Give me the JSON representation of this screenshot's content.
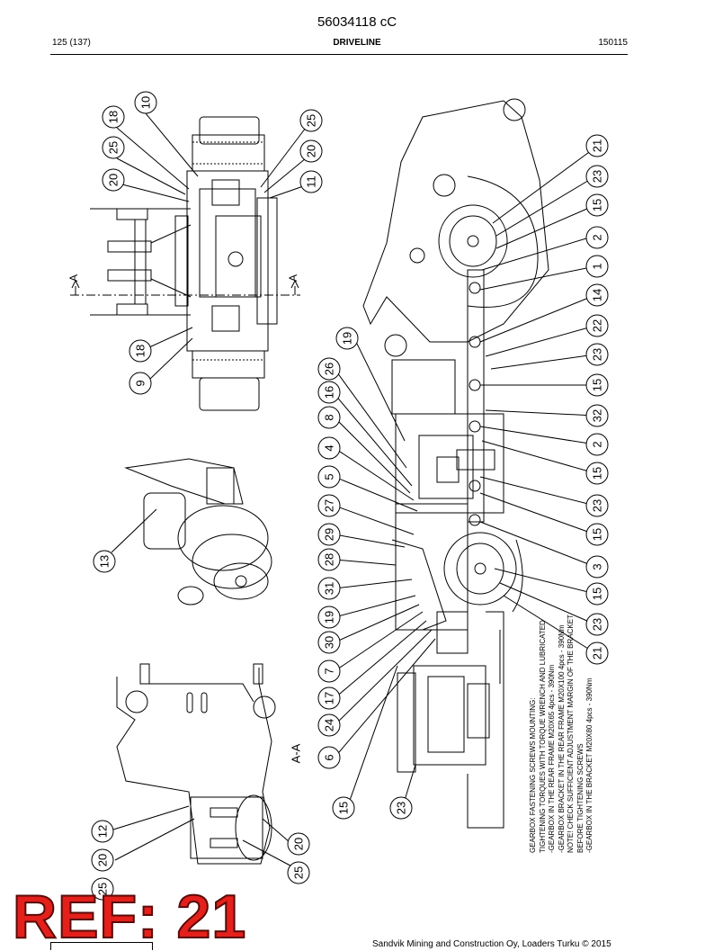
{
  "header": {
    "doc_number": "56034118 cC",
    "page": "125 (137)",
    "section": "DRIVELINE",
    "date_code": "150115"
  },
  "section_marker": "A",
  "section_view_label": "A-A",
  "callouts": {
    "top_view": [
      "10",
      "18",
      "25",
      "20",
      "25",
      "20",
      "11",
      "9",
      "18"
    ],
    "detail": [
      "13"
    ],
    "section_view": [
      "12",
      "20",
      "20",
      "25",
      "25"
    ],
    "main_view_left": [
      "19",
      "26",
      "16",
      "8",
      "4",
      "5",
      "27",
      "29",
      "28",
      "31",
      "19",
      "30",
      "7",
      "17",
      "24",
      "6",
      "15",
      "23"
    ],
    "main_view_right": [
      "21",
      "23",
      "15",
      "2",
      "1",
      "14",
      "22",
      "23",
      "15",
      "32",
      "2",
      "15",
      "23",
      "15",
      "3",
      "15",
      "23",
      "21"
    ]
  },
  "note_lines": [
    "GEARBOX FASTENING SCREWS MOUNTING:",
    "TIGHTENING TORQUES WITH TORQUE WRENCH AND LUBRICATED",
    "-GEARBOX IN THE REAR FRAME M20X65 4pcs - 390Nm",
    "-GEARBOX BRACKET IN THE REAR FRAME M20X100 4pcs - 390Nm",
    "NOTE! CHECK SUFFICIENT ADJUSTMENT MARGIN OF THE BRACKET",
    "BEFORE TIGHTENING SCREWS",
    "-GEARBOX IN THE BRACKET M20X80 4pcs - 390Nm"
  ],
  "ref_stamp": "REF: 21",
  "footer": "Sandvik Mining and Construction Oy, Loaders Turku © 2015"
}
